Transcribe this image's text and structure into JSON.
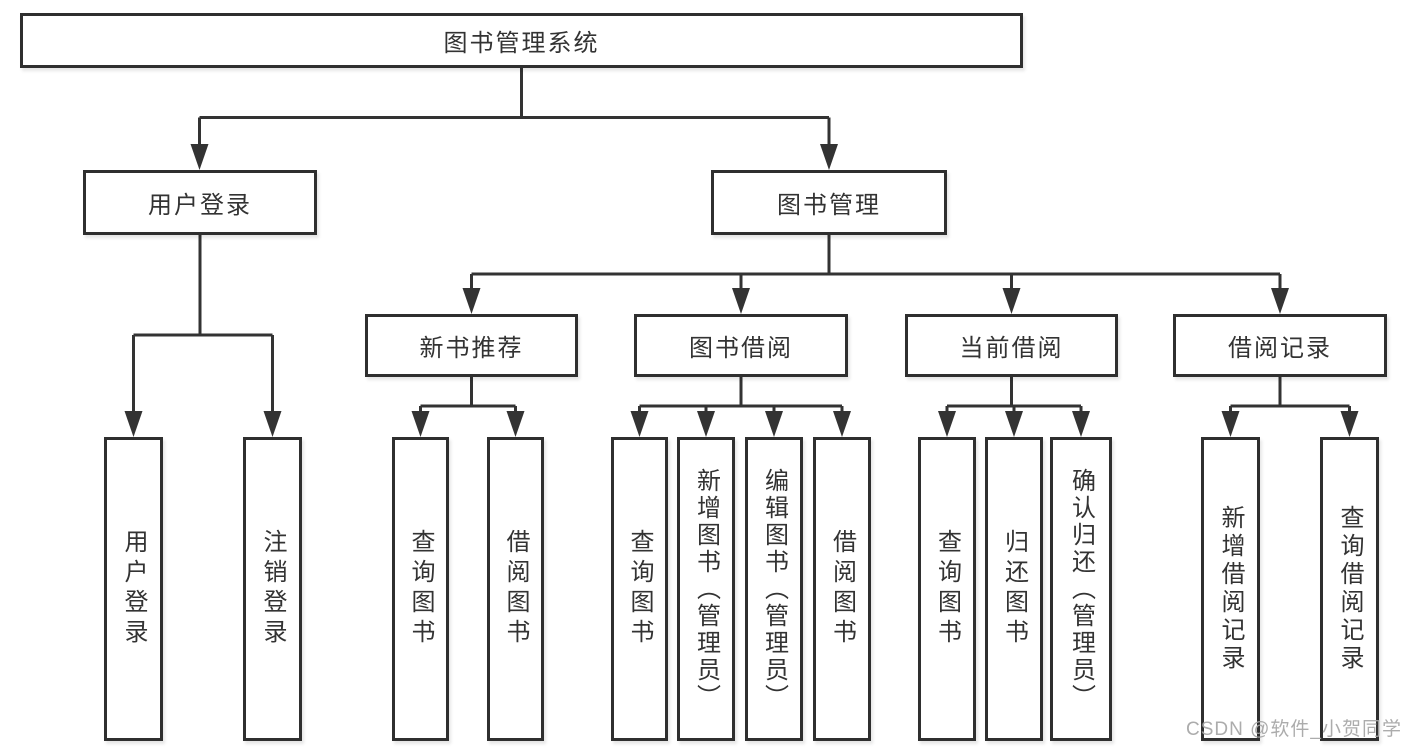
{
  "diagram_title": "图书管理系统",
  "nodes": {
    "root": {
      "label": "图书管理系统"
    },
    "user_login": {
      "label": "用户登录"
    },
    "book_management": {
      "label": "图书管理"
    },
    "new_book_recommend": {
      "label": "新书推荐"
    },
    "book_borrow": {
      "label": "图书借阅"
    },
    "current_borrow": {
      "label": "当前借阅"
    },
    "borrow_records": {
      "label": "借阅记录"
    }
  },
  "leaves": [
    {
      "id": "user-login",
      "label": "用户登录"
    },
    {
      "id": "logout-login",
      "label": "注销登录"
    },
    {
      "id": "query-books-recommend",
      "label": "查询图书"
    },
    {
      "id": "borrow-books-recommend",
      "label": "借阅图书"
    },
    {
      "id": "query-books-borrow",
      "label": "查询图书"
    },
    {
      "id": "add-books-admin",
      "label": "新增图书（管理员）"
    },
    {
      "id": "edit-books-admin",
      "label": "编辑图书（管理员）"
    },
    {
      "id": "borrow-books-borrow",
      "label": "借阅图书"
    },
    {
      "id": "query-books-current",
      "label": "查询图书"
    },
    {
      "id": "return-books",
      "label": "归还图书"
    },
    {
      "id": "confirm-return-admin",
      "label": "确认归还（管理员）"
    },
    {
      "id": "add-borrow-record",
      "label": "新增借阅记录"
    },
    {
      "id": "query-borrow-record",
      "label": "查询借阅记录"
    }
  ],
  "watermark": "CSDN @软件_小贺同学",
  "colors": {
    "line": "#333333",
    "box_border": "#2f2f2f",
    "text": "#333333",
    "watermark": "#a5a5a5",
    "background": "#ffffff"
  }
}
